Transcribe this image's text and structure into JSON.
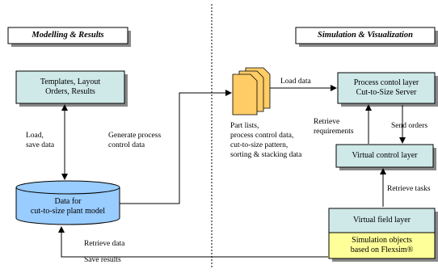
{
  "sections": {
    "left_title": "Modelling & Results",
    "right_title": "Simulation & Visualization"
  },
  "boxes": {
    "templates": [
      "Templates, Layout",
      "Orders, Results"
    ],
    "database": [
      "Data for",
      "cut-to-size plant model"
    ],
    "process_layer": [
      "Process contol layer",
      "Cut-to-Size Server"
    ],
    "virtual_control": "Virtual control layer",
    "virtual_field": "Virtual field layer",
    "simulation_objects": [
      "Simulation objects",
      "based on Flexsim®"
    ]
  },
  "labels": {
    "load_save": [
      "Load,",
      "save data"
    ],
    "generate": [
      "Generate process",
      "control data"
    ],
    "load_data": "Load data",
    "part_lists": [
      "Part lists,",
      "process control data,",
      "cut-to-size pattern,",
      "sorting & stacking data"
    ],
    "retrieve_req": [
      "Retrieve",
      "requirements"
    ],
    "send_orders": "Send orders",
    "retrieve_tasks": "Retrieve tasks",
    "retrieve_data": "Retrieve data",
    "save_results": "Save results"
  },
  "colors": {
    "teal_fill": "#cfe8e8",
    "db_fill": "#99ccff",
    "yellow_fill": "#ffff99",
    "doc_fill": "#ffcc66"
  }
}
